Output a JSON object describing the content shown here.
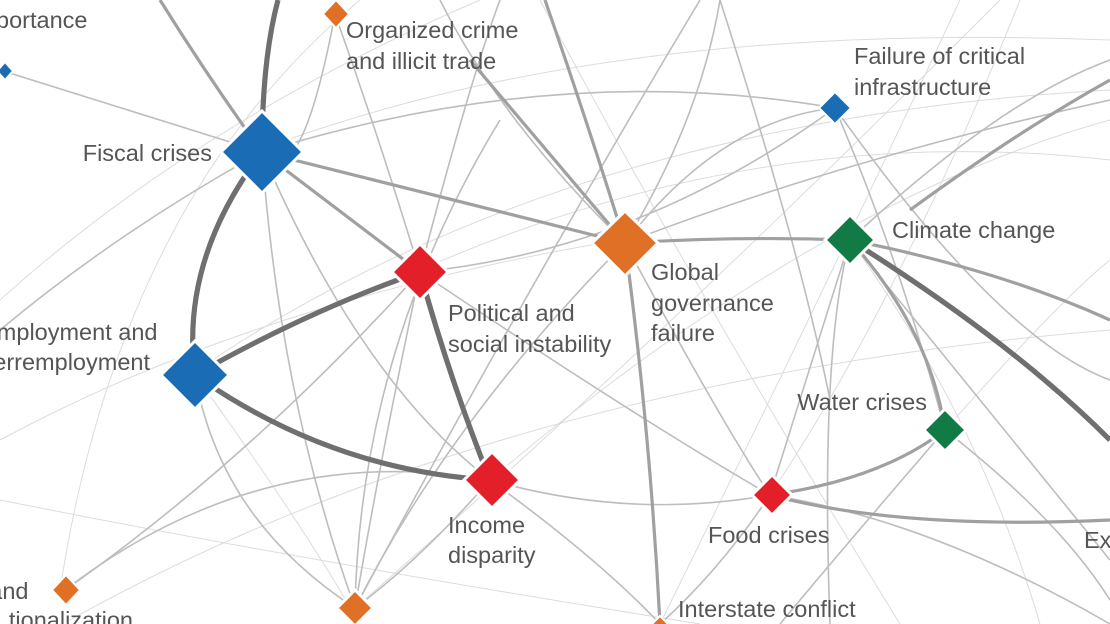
{
  "colors": {
    "economic": "#1a6db5",
    "geopolitical": "#e07025",
    "societal": "#e3202a",
    "environmental": "#127a45",
    "edge_light": "#bdbdbd",
    "edge_mid": "#9e9e9e",
    "edge_dark": "#707070",
    "label": "#555555"
  },
  "nodes": [
    {
      "id": "importance",
      "lines": [
        "portance"
      ],
      "category": "economic"
    },
    {
      "id": "organized-crime",
      "lines": [
        "Organized crime",
        "and illicit trade"
      ],
      "category": "geopolitical"
    },
    {
      "id": "failure-critical-infrastructure",
      "lines": [
        "Failure of critical",
        "infrastructure"
      ],
      "category": "economic"
    },
    {
      "id": "fiscal-crises",
      "lines": [
        "Fiscal crises"
      ],
      "category": "economic"
    },
    {
      "id": "global-governance-failure",
      "lines": [
        "Global",
        "governance",
        "failure"
      ],
      "category": "geopolitical"
    },
    {
      "id": "climate-change",
      "lines": [
        "Climate change"
      ],
      "category": "environmental"
    },
    {
      "id": "political-social-instability",
      "lines": [
        "Political and",
        "social instability"
      ],
      "category": "societal"
    },
    {
      "id": "unemployment",
      "lines": [
        "nemployment and",
        "erremployment"
      ],
      "category": "economic"
    },
    {
      "id": "water-crises",
      "lines": [
        "Water crises"
      ],
      "category": "environmental"
    },
    {
      "id": "income-disparity",
      "lines": [
        "Income",
        "disparity"
      ],
      "category": "societal"
    },
    {
      "id": "food-crises",
      "lines": [
        "Food crises"
      ],
      "category": "societal"
    },
    {
      "id": "nationalization",
      "lines": [
        "and",
        "tionalization"
      ],
      "category": "geopolitical"
    },
    {
      "id": "interstate-conflict",
      "lines": [
        "Interstate conflict"
      ],
      "category": "geopolitical"
    },
    {
      "id": "bottom-orange",
      "lines": [],
      "category": "geopolitical"
    },
    {
      "id": "right-edge",
      "lines": [
        "Ex"
      ],
      "category": "economic"
    }
  ],
  "edges": [
    {
      "from": "fiscal-crises",
      "to": "unemployment",
      "strength": "strong"
    },
    {
      "from": "unemployment",
      "to": "income-disparity",
      "strength": "strong"
    },
    {
      "from": "unemployment",
      "to": "political-social-instability",
      "strength": "strong"
    },
    {
      "from": "political-social-instability",
      "to": "income-disparity",
      "strength": "strong"
    },
    {
      "from": "climate-change",
      "to": "water-crises",
      "strength": "medium"
    },
    {
      "from": "water-crises",
      "to": "food-crises",
      "strength": "medium"
    },
    {
      "from": "fiscal-crises",
      "to": "global-governance-failure",
      "strength": "medium"
    },
    {
      "from": "fiscal-crises",
      "to": "political-social-instability",
      "strength": "medium"
    },
    {
      "from": "global-governance-failure",
      "to": "climate-change",
      "strength": "medium"
    },
    {
      "from": "global-governance-failure",
      "to": "interstate-conflict",
      "strength": "medium"
    },
    {
      "from": "organized-crime",
      "to": "global-governance-failure",
      "strength": "medium"
    },
    {
      "from": "importance",
      "to": "fiscal-crises",
      "strength": "light"
    },
    {
      "from": "income-disparity",
      "to": "food-crises",
      "strength": "light"
    },
    {
      "from": "food-crises",
      "to": "interstate-conflict",
      "strength": "light"
    }
  ]
}
